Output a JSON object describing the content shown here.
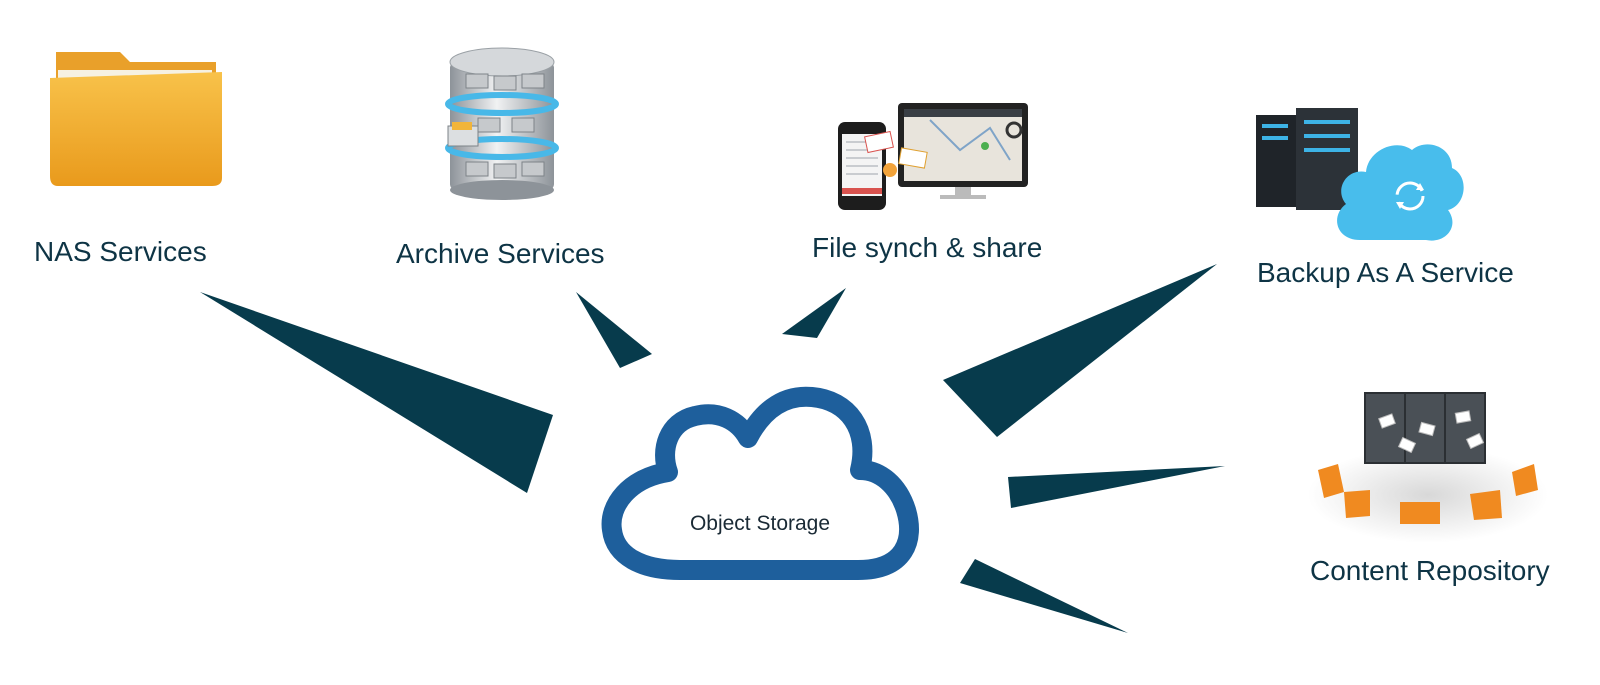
{
  "center": {
    "label": "Object Storage",
    "color": "#1e5f9c"
  },
  "services": [
    {
      "id": "nas",
      "label": "NAS Services",
      "icon": "folder-icon"
    },
    {
      "id": "archive",
      "label": "Archive Services",
      "icon": "database-icon"
    },
    {
      "id": "sync",
      "label": "File synch & share",
      "icon": "devices-icon"
    },
    {
      "id": "backup",
      "label": "Backup As A Service",
      "icon": "server-cloud-icon"
    },
    {
      "id": "content",
      "label": "Content Repository",
      "icon": "repository-icon"
    }
  ],
  "colors": {
    "connector": "#073b4c",
    "text": "#0e3445",
    "cloud": "#1e5f9c",
    "folder": "#f4a929",
    "accent": "#3db3e6"
  }
}
